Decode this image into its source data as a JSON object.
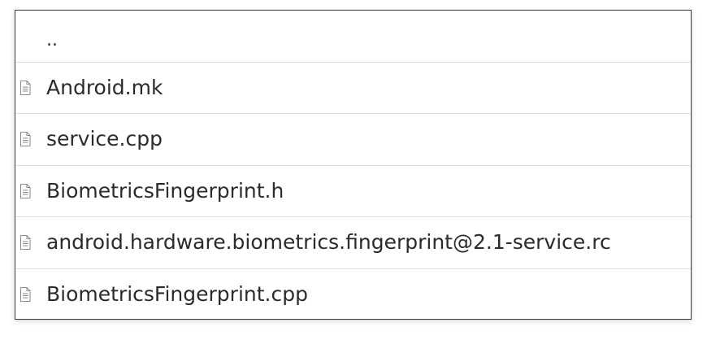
{
  "listing": {
    "parent_label": "..",
    "files": [
      {
        "name": "Android.mk",
        "icon": "file-icon"
      },
      {
        "name": "service.cpp",
        "icon": "file-icon"
      },
      {
        "name": "BiometricsFingerprint.h",
        "icon": "file-icon"
      },
      {
        "name": "android.hardware.biometrics.fingerprint@2.1-service.rc",
        "icon": "file-icon"
      },
      {
        "name": "BiometricsFingerprint.cpp",
        "icon": "file-icon"
      }
    ]
  }
}
